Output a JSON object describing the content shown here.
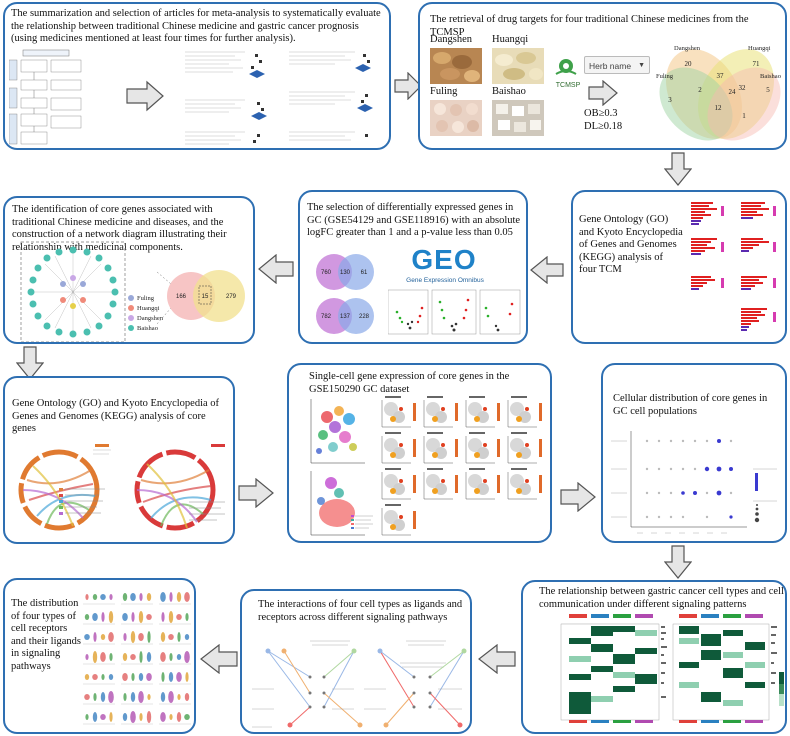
{
  "panels": {
    "p1": {
      "text": "The summarization and selection of articles for meta-analysis to systematically evaluate the relationship between traditional Chinese medicine and gastric cancer prognosis (using medicines mentioned at least four times for further analysis)."
    },
    "p2": {
      "text": "The retrieval of drug targets for four traditional Chinese medicines from the TCMSP",
      "herbs": [
        "Dangshen",
        "Huangqi",
        "Fuling",
        "Baishao"
      ],
      "search_placeholder": "Herb name",
      "logo": "TCMSP",
      "criteria_ob": "OB≥0.3",
      "criteria_dl": "DL≥0.18",
      "venn_labels": [
        "Dangshen",
        "Huangqi",
        "Fuling",
        "Baishao"
      ],
      "venn_counts": [
        "20",
        "71",
        "37",
        "32",
        "2",
        "24",
        "3",
        "5",
        "12",
        "1"
      ]
    },
    "p3": {
      "text": "Gene Ontology (GO) and Kyoto Encyclopedia of Genes and Genomes (KEGG) analysis of four TCM"
    },
    "p4": {
      "text": "The selection of differentially expressed genes in GC (GSE54129 and GSE118916) with an absolute logFC greater than 1 and a p-value less than 0.05",
      "geo_logo": "GEO",
      "geo_sub": "Gene Expression Omnibus",
      "venn_a": [
        "760",
        "130",
        "61"
      ],
      "venn_b": [
        "782",
        "137",
        "228"
      ]
    },
    "p5": {
      "text": "The identification of core genes associated with traditional Chinese medicine and diseases, and the construction of a network diagram illustrating their relationship with medicinal components.",
      "legend": [
        "Fuling",
        "Huangqi",
        "Dangshen",
        "Baishao"
      ],
      "venn_counts": [
        "166",
        "15",
        "279"
      ]
    },
    "p6": {
      "text": "Gene Ontology (GO) and Kyoto Encyclopedia of Genes and Genomes (KEGG) analysis of core genes"
    },
    "p7": {
      "text": "Single-cell gene expression of core genes in the GSE150290 GC dataset"
    },
    "p8": {
      "text": "Cellular distribution of core genes in GC cell populations"
    },
    "p9": {
      "text": "The relationship between gastric cancer cell types and cell communication under different signaling patterns"
    },
    "p10": {
      "text": "The interactions of four cell types as ligands and receptors across different signaling pathways"
    },
    "p11": {
      "text": "The distribution of four types of cell receptors and their ligands in signaling pathways"
    }
  },
  "colors": {
    "border": "#2e6fb2",
    "arrow_fill": "#e6e6e6",
    "arrow_stroke": "#555555"
  }
}
